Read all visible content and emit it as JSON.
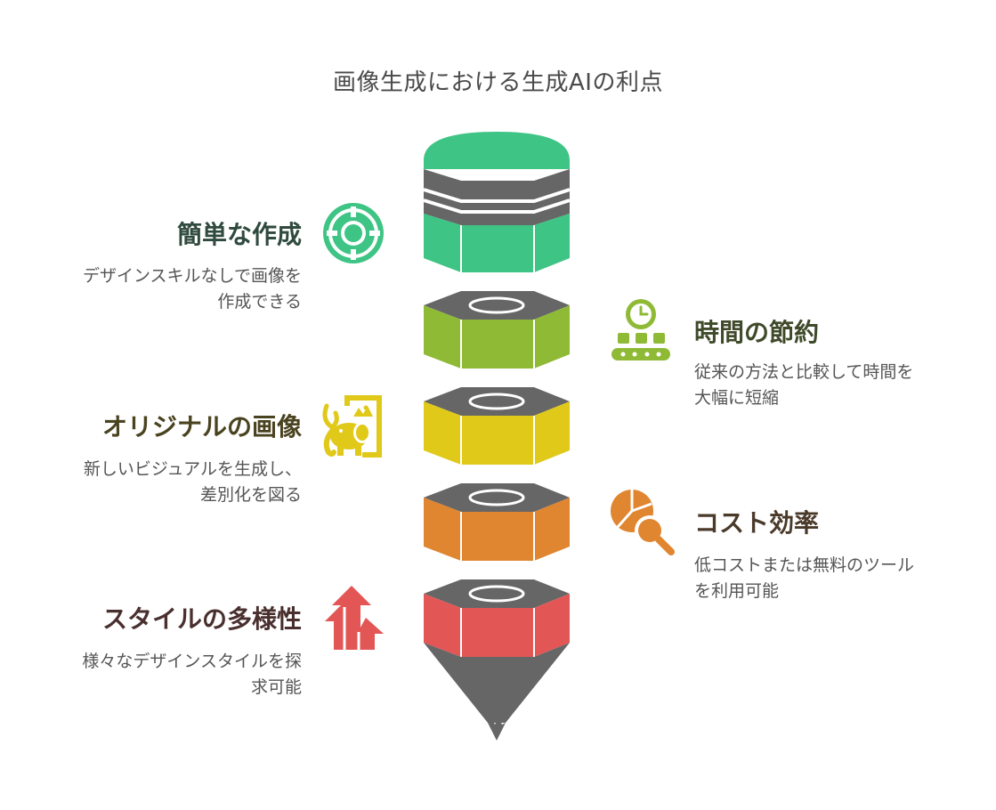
{
  "title": "画像生成における生成AIの利点",
  "colors": {
    "green": "#3ec484",
    "lime": "#8fba36",
    "yellow": "#e0c918",
    "orange": "#e08530",
    "red": "#e35656",
    "gray": "#666666",
    "dark_text": "#3d3d3d"
  },
  "items": [
    {
      "heading": "簡単な作成",
      "desc_lines": [
        "デザインスキルなしで画像を",
        "作成できる"
      ],
      "icon": "lifebuoy-icon",
      "color": "#3ec484",
      "heading_color": "#2f4a3e",
      "side": "left"
    },
    {
      "heading": "時間の節約",
      "desc_lines": [
        "従来の方法と比較して時間を",
        "大幅に短縮"
      ],
      "icon": "clock-conveyor-icon",
      "color": "#8fba36",
      "heading_color": "#3f4a2a",
      "side": "right"
    },
    {
      "heading": "オリジナルの画像",
      "desc_lines": [
        "新しいビジュアルを生成し、",
        "差別化を図る"
      ],
      "icon": "elephant-artwork-icon",
      "color": "#e0c918",
      "heading_color": "#4a4320",
      "side": "left"
    },
    {
      "heading": "コスト効率",
      "desc_lines": [
        "低コストまたは無料のツール",
        "を利用可能"
      ],
      "icon": "pie-chart-magnifier-icon",
      "color": "#e08530",
      "heading_color": "#4a3a2a",
      "side": "right"
    },
    {
      "heading": "スタイルの多様性",
      "desc_lines": [
        "様々なデザインスタイルを探",
        "求可能"
      ],
      "icon": "branching-arrows-icon",
      "color": "#e35656",
      "heading_color": "#4a2f2f",
      "side": "left"
    }
  ]
}
